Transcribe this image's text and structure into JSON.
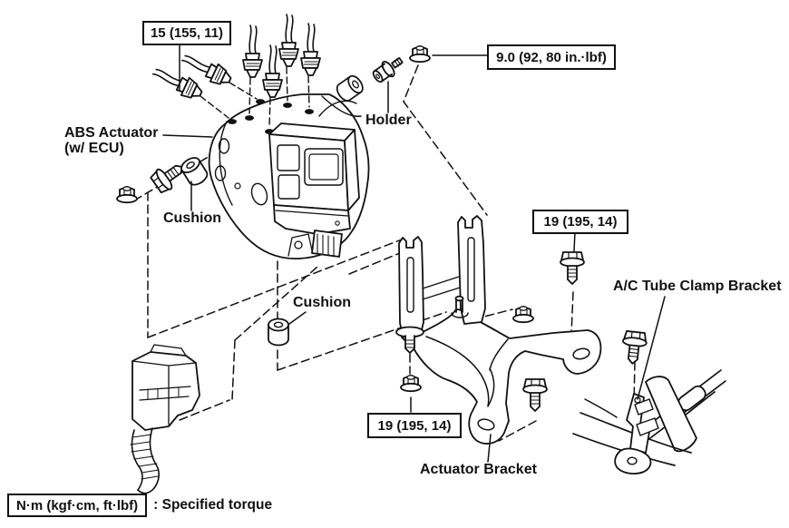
{
  "diagram": {
    "title_hint": "ABS actuator and bracket exploded parts diagram",
    "torque_specs": [
      {
        "id": "spec-15",
        "value": "15 (155, 11)"
      },
      {
        "id": "spec-9",
        "value": "9.0 (92, 80 in.·lbf)"
      },
      {
        "id": "spec-19-upper",
        "value": "19 (195, 14)"
      },
      {
        "id": "spec-19-lower",
        "value": "19 (195, 14)"
      }
    ],
    "part_labels": [
      {
        "id": "abs-actuator",
        "text": "ABS Actuator",
        "text2": "(w/ ECU)"
      },
      {
        "id": "holder",
        "text": "Holder"
      },
      {
        "id": "cushion-left",
        "text": "Cushion"
      },
      {
        "id": "cushion-center",
        "text": "Cushion"
      },
      {
        "id": "ac-tube-clamp-bracket",
        "text": "A/C Tube Clamp Bracket"
      },
      {
        "id": "actuator-bracket",
        "text": "Actuator Bracket"
      }
    ],
    "legend": {
      "unit_box": "N·m (kgf·cm, ft·lbf)",
      "description": ": Specified torque"
    },
    "colors": {
      "line": "#111111",
      "background": "#ffffff"
    }
  }
}
